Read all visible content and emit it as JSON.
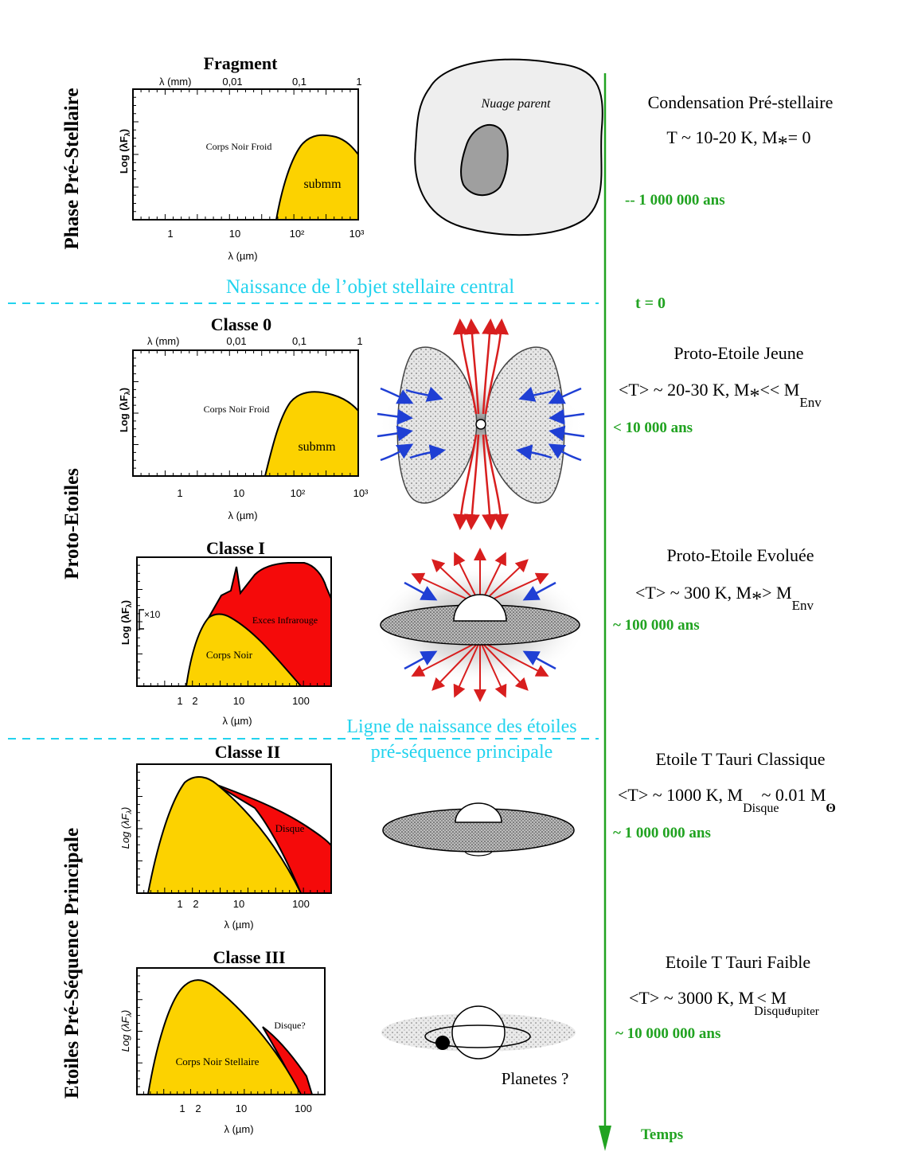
{
  "colors": {
    "cyan": "#22d3ee",
    "green": "#21a321",
    "yellow": "#fcd200",
    "red": "#f50a0a",
    "blue": "#1f3fd4",
    "outflow_red": "#d81e1e"
  },
  "phases": {
    "pre_stellar": "Phase Pré-Stellaire",
    "proto": "Proto-Etoiles",
    "pms": "Etoiles Pré-Séquence Principale"
  },
  "dividers": {
    "birth": "Naissance de l’objet stellaire central",
    "birthline_1": "Ligne de naissance des étoiles",
    "birthline_2": "pré-séquence principale"
  },
  "icons": [
    "molecular-cloud-icon",
    "collapsing-envelope-icon",
    "bipolar-outflow-icon",
    "flared-disk-icon",
    "planet-disk-icon",
    "down-arrow-icon"
  ],
  "sed_plots": [
    {
      "title": "Fragment",
      "top_axis_label": "λ (mm)",
      "top_ticks": [
        "0,01",
        "0,1",
        "1"
      ],
      "bottom_ticks": [
        "1",
        "10",
        "10²",
        "10³"
      ],
      "xlabel": "λ (µm)",
      "ylabel": "Log (λF",
      "ylabel_sub": "λ",
      "annotations": [
        "Corps Noir Froid",
        "submm"
      ]
    },
    {
      "title": "Classe 0",
      "top_axis_label": "λ (mm)",
      "top_ticks": [
        "0,01",
        "0,1",
        "1"
      ],
      "bottom_ticks": [
        "1",
        "10",
        "10²",
        "10³"
      ],
      "xlabel": "λ (µm)",
      "ylabel": "Log (λF",
      "ylabel_sub": "λ",
      "annotations": [
        "Corps Noir Froid",
        "submm"
      ]
    },
    {
      "title": "Classe I",
      "bottom_ticks": [
        "1",
        "2",
        "10",
        "100"
      ],
      "xlabel": "λ (µm)",
      "ylabel": "Log (λF",
      "ylabel_sub": "λ",
      "scale_note": "×10",
      "annotations": [
        "Exces Infrarouge",
        "Corps Noir"
      ]
    },
    {
      "title": "Classe II",
      "bottom_ticks": [
        "1",
        "2",
        "10",
        "100"
      ],
      "xlabel": "λ (µm)",
      "ylabel": "Log (λF",
      "ylabel_sub": "λ",
      "annotations": [
        "Disque"
      ]
    },
    {
      "title": "Classe III",
      "bottom_ticks": [
        "1",
        "2",
        "10",
        "100"
      ],
      "xlabel": "λ (µm)",
      "ylabel": "Log (λF",
      "ylabel_sub": "λ",
      "annotations": [
        "Disque?",
        "Corps Noir Stellaire"
      ]
    }
  ],
  "illustrations": {
    "cloud_label": "Nuage parent",
    "planets_label": "Planetes ?"
  },
  "stages": [
    {
      "name": "Condensation Pré-stellaire",
      "params_a": "T ~ 10-20 K,  M",
      "params_a_sub": "*",
      "params_b": "= 0",
      "age": "-- 1 000 000 ans"
    },
    {
      "name": "Proto-Etoile Jeune",
      "params_a": "<T>  ~ 20-30 K,  M",
      "params_a_sub": "*",
      "params_b": "<<  M",
      "params_b_sub": "Env",
      "age": "< 10 000 ans"
    },
    {
      "name": "Proto-Etoile Evoluée",
      "params_a": "<T>  ~ 300 K,  M",
      "params_a_sub": "*",
      "params_b": ">  M",
      "params_b_sub": "Env",
      "age": "~ 100 000 ans"
    },
    {
      "name": "Etoile T Tauri Classique",
      "params_a": "<T> ~ 1000 K,  M",
      "params_a_sub": "Disque",
      "params_b": "~ 0.01 M",
      "params_b_sub": "ʘ",
      "age": "~ 1 000 000 ans"
    },
    {
      "name": "Etoile T Tauri Faible",
      "params_a": "<T> ~ 3000 K,  M",
      "params_a_sub": "Disque",
      "params_b": "< M",
      "params_b_sub": "Jupiter",
      "age": "~ 10 000 000 ans"
    }
  ],
  "timeline": {
    "t0": "t = 0",
    "axis": "Temps"
  }
}
